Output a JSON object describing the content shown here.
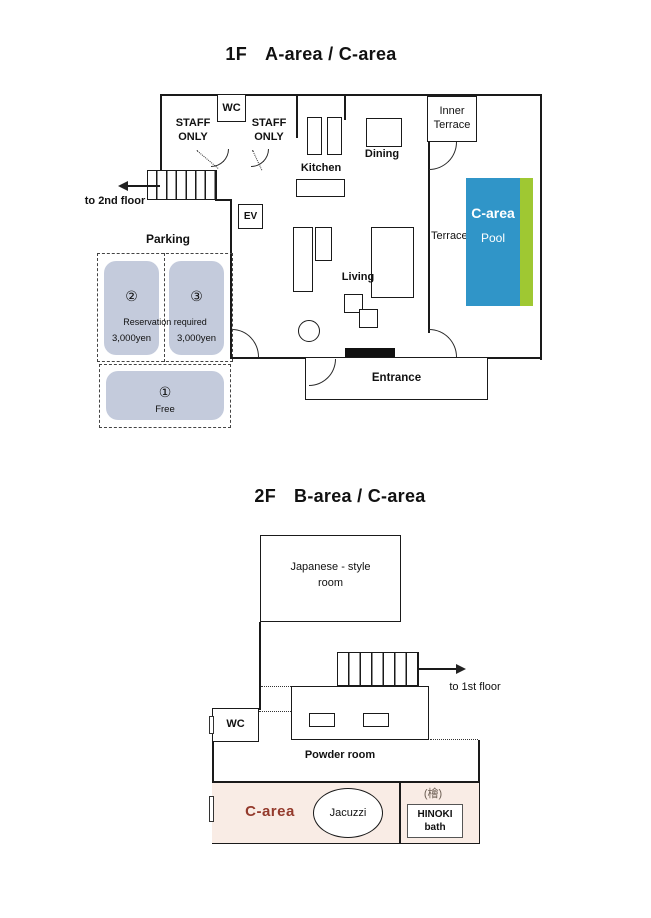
{
  "floor1": {
    "floor_label": "1F",
    "area_label": "A-area / C-area",
    "rooms": {
      "wc": "WC",
      "staff_only_left": "STAFF ONLY",
      "staff_only_right": "STAFF ONLY",
      "kitchen": "Kitchen",
      "dining": "Dining",
      "inner_terrace": "Inner Terrace",
      "living": "Living",
      "terrace": "Terrace",
      "entrance": "Entrance",
      "ev": "EV"
    },
    "pool": {
      "area_label": "C-area",
      "label": "Pool"
    },
    "nav": {
      "to_2nd_floor": "to 2nd floor"
    },
    "parking": {
      "title": "Parking",
      "reservation_note": "Reservation required",
      "spots": [
        {
          "number": "②",
          "price": "3,000yen"
        },
        {
          "number": "③",
          "price": "3,000yen"
        },
        {
          "number": "①",
          "label": "Free"
        }
      ]
    },
    "colors": {
      "pool_blue": "#3095c8",
      "pool_green": "#9fc832",
      "parking_spot_fill": "#c4cbdc"
    }
  },
  "floor2": {
    "floor_label": "2F",
    "area_label": "B-area / C-area",
    "rooms": {
      "japanese_room_line1": "Japanese - style",
      "japanese_room_line2": "room",
      "wc": "WC",
      "powder_room": "Powder room",
      "c_area": "C-area",
      "jacuzzi": "Jacuzzi",
      "hinoki_kanji": "(檜)",
      "hinoki_bath": "HINOKI bath"
    },
    "nav": {
      "to_1st_floor": "to 1st floor"
    },
    "colors": {
      "c_area_bg": "#f9ece5",
      "c_area_text": "#943a2c"
    }
  }
}
